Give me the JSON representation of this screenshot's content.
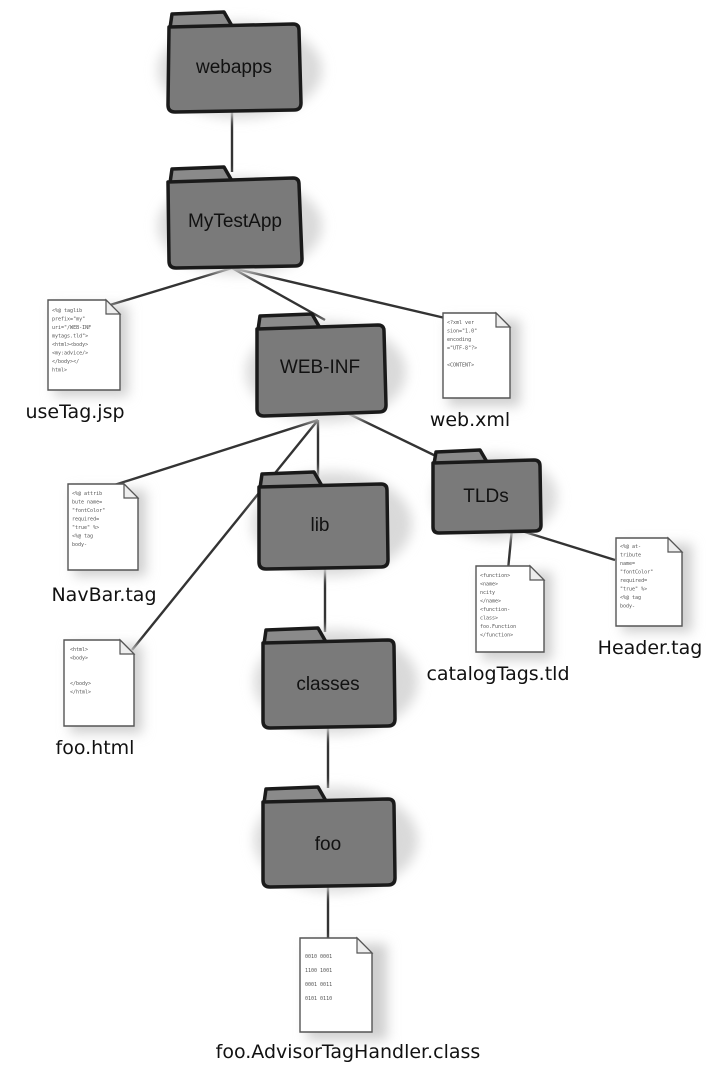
{
  "folders": {
    "webapps": "webapps",
    "mytestapp": "MyTestApp",
    "webinf": "WEB-INF",
    "lib": "lib",
    "tlds": "TLDs",
    "classes": "classes",
    "foo": "foo"
  },
  "files": {
    "usetag_jsp": {
      "name": "useTag.jsp",
      "lines": [
        "<%@ taglib",
        "prefix=\"my\"",
        "uri=\"/WEB-INF",
        "mytags.tld\">",
        "<html><body>",
        "<my:advice/>",
        "</body></",
        "html>"
      ]
    },
    "web_xml": {
      "name": "web.xml",
      "lines": [
        "<?xml ver",
        "sion=\"1.0\"",
        "encoding",
        "=\"UTF-8\"?>",
        "",
        "<CONTENT>"
      ]
    },
    "navbar_tag": {
      "name": "NavBar.tag",
      "lines": [
        "<%@ attrib",
        "bute name=",
        "\"fontColor\"",
        "required=",
        "\"true\" %>",
        "<%@ tag",
        "body-"
      ]
    },
    "foo_html": {
      "name": "foo.html",
      "lines": [
        "<html>",
        "<body>",
        "",
        "",
        "</body>",
        "</html>"
      ]
    },
    "catalogtags_tld": {
      "name": "catalogTags.tld",
      "lines": [
        "<function>",
        "<name>",
        "ncity",
        "</name>",
        "<function-",
        "class>",
        "foo.Function",
        "</function>"
      ]
    },
    "header_tag": {
      "name": "Header.tag",
      "lines": [
        "<%@ at-",
        "tribute",
        "name=",
        "\"fontColor\"",
        "required=",
        "\"true\" %>",
        "<%@ tag",
        "body-"
      ]
    },
    "advisor_class": {
      "name": "foo.AdvisorTagHandler.class",
      "lines": [
        "0010  0001",
        "1100  1001",
        "0001  0011",
        "0101  0110"
      ]
    }
  }
}
